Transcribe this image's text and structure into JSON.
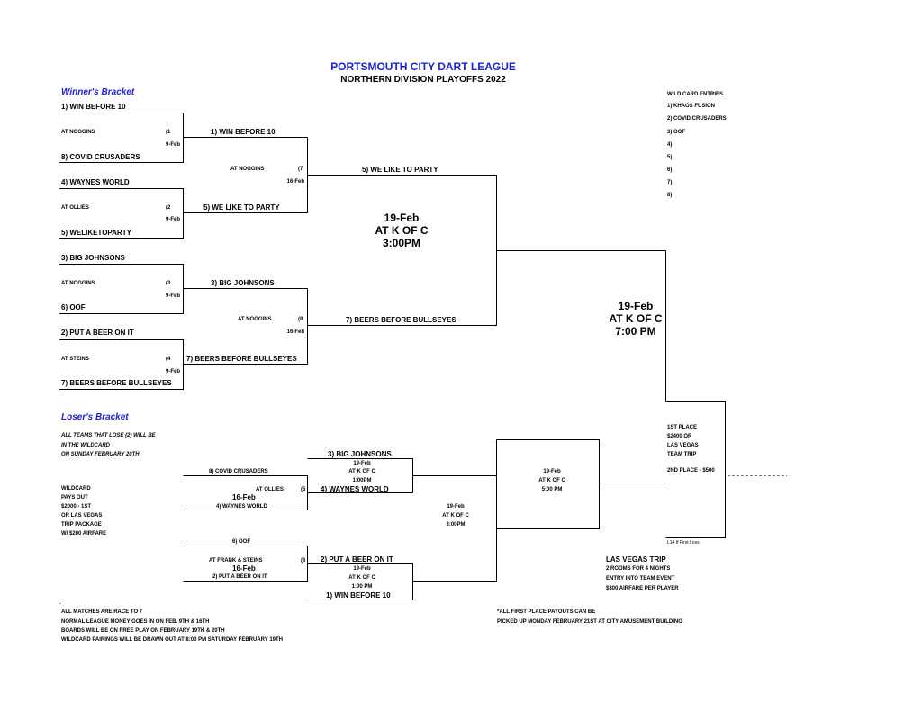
{
  "header": {
    "title": "PORTSMOUTH CITY DART LEAGUE",
    "subtitle": "NORTHERN DIVISION PLAYOFFS  2022"
  },
  "winners": {
    "heading": "Winner's Bracket",
    "r1": [
      {
        "top": "1) WIN BEFORE 10",
        "venue": "AT  NOGGINS",
        "game": "(1",
        "date": "9-Feb",
        "bottom": "8) COVID CRUSADERS"
      },
      {
        "top": "4) WAYNES WORLD",
        "venue": "AT OLLIES",
        "game": "(2",
        "date": "9-Feb",
        "bottom": "5) WELIKETOPARTY"
      },
      {
        "top": "3) BIG JOHNSONS",
        "venue": "AT NOGGINS",
        "game": "(3",
        "date": "9-Feb",
        "bottom": "6) OOF"
      },
      {
        "top": "2) PUT A BEER ON IT",
        "venue": "AT STEINS",
        "game": "(4",
        "date": "9-Feb",
        "bottom": "7) BEERS BEFORE BULLSEYES"
      }
    ],
    "r2": [
      {
        "top": "1) WIN BEFORE 10",
        "venue": "AT NOGGINS",
        "game": "(7",
        "date": "16-Feb",
        "bottom": "5) WE LIKE TO PARTY"
      },
      {
        "top": "3) BIG JOHNSONS",
        "venue": "AT NOGGINS",
        "game": "(8",
        "date": "16-Feb",
        "bottom": "7) BEERS BEFORE BULLSEYES"
      }
    ],
    "r3": {
      "top": "5) WE LIKE TO PARTY",
      "bottom": "7) BEERS BEFORE BULLSEYES",
      "date": "19-Feb",
      "venue": "AT K OF C",
      "time": "3:00PM"
    },
    "final": {
      "date": "19-Feb",
      "venue": "AT K OF C",
      "time": "7:00 PM"
    }
  },
  "wildcard_entries": {
    "heading": "WILD CARD ENTRIES",
    "items": [
      "1) KHAOS FUSION",
      "2) COVID CRUSADERS",
      "3) OOF",
      "4)",
      "5)",
      "6)",
      "7)",
      "8)"
    ]
  },
  "losers": {
    "heading": "Loser's Bracket",
    "note": [
      "ALL TEAMS THAT LOSE (2) WILL BE",
      "IN THE WILDCARD",
      "ON SUNDAY FEBRUARY 20TH"
    ],
    "payout": [
      "WILDCARD",
      "PAYS OUT",
      "$2000 - 1ST",
      "OR LAS VEGAS",
      "TRIP PACKAGE",
      "W/ $200 AIRFARE"
    ],
    "g5": {
      "top": "8) COVID CRUSADERS",
      "venue": "AT OLLIES",
      "game": "(5",
      "date": "16-Feb",
      "bottom": "4) WAYNES WORLD"
    },
    "g6": {
      "top": "6) OOF",
      "venue": "AT FRANK & STEINS",
      "game": "(6",
      "date": "16-Feb",
      "bottom": "2) PUT A BEER ON IT"
    },
    "r2a": {
      "top": "3) BIG JOHNSONS",
      "date": "19-Feb",
      "venue": "AT K OF C",
      "time": "1:00PM",
      "bottom": "4) WAYNES WORLD"
    },
    "r2b": {
      "top": "2) PUT A BEER ON IT",
      "date": "19-Feb",
      "venue": "AT K OF C",
      "time": "1:00 PM",
      "bottom": "1) WIN BEFORE 10"
    },
    "r3": {
      "date": "19-Feb",
      "venue": "AT K OF C",
      "time": "3:00PM"
    },
    "r4": {
      "date": "19-Feb",
      "venue": "AT K OF C",
      "time": "5:00 PM"
    }
  },
  "prizes": {
    "first": [
      "1ST PLACE",
      "$2400 OR",
      "LAS VEGAS",
      "TEAM TRIP"
    ],
    "second": "2ND PLACE - $500",
    "loss_note": "L14 If First Loss"
  },
  "vegas": {
    "title": "LAS VEGAS TRIP",
    "lines": [
      "2 ROOMS FOR 4 NIGHTS",
      "ENTRY INTO TEAM EVENT",
      "$300 AIRFARE PER PLAYER"
    ]
  },
  "footer": {
    "dot": ".",
    "left": [
      "ALL MATCHES ARE  RACE TO 7",
      "NORMAL LEAGUE MONEY GOES IN ON FEB. 9TH & 16TH",
      "BOARDS WILL BE ON FREE PLAY ON FEBRUARY 19TH & 20TH",
      "WILDCARD PAIRINGS WILL BE DRAWN OUT AT 8:00 PM SATURDAY FEBRUARY 19TH"
    ],
    "right": [
      "*ALL FIRST PLACE PAYOUTS CAN BE",
      "PICKED UP MONDAY FEBRUARY 21ST AT CITY AMUSEMENT BUILDING"
    ]
  }
}
